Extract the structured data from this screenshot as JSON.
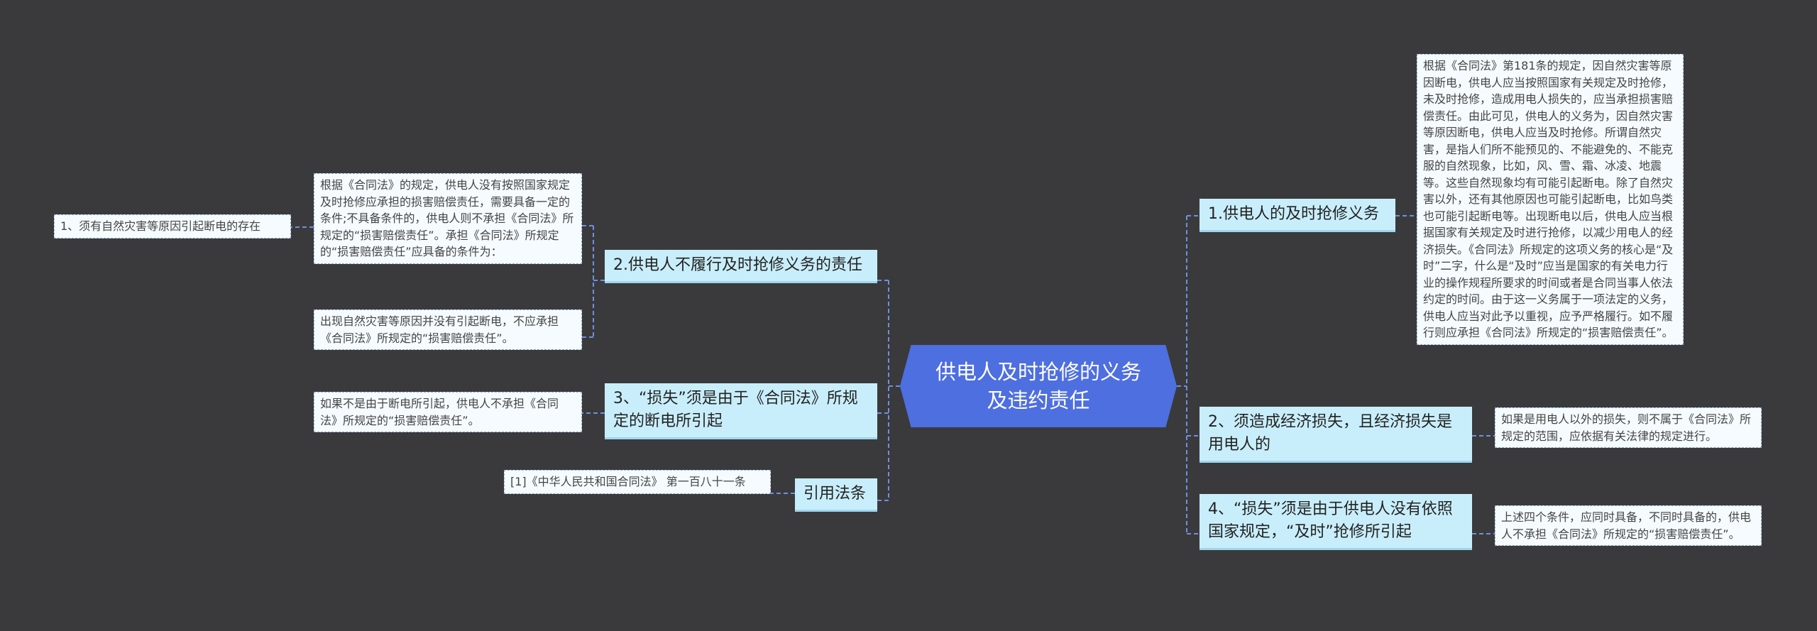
{
  "center": {
    "title": "供电人及时抢修的义务及违约责任"
  },
  "right": [
    {
      "label": "1.供电人的及时抢修义务",
      "detail": "根据《合同法》第181条的规定，因自然灾害等原因断电，供电人应当按照国家有关规定及时抢修，未及时抢修，造成用电人损失的，应当承担损害赔偿责任。由此可见，供电人的义务为，因自然灾害等原因断电，供电人应当及时抢修。所谓自然灾害，是指人们所不能预见的、不能避免的、不能克服的自然现象，比如，风、雪、霜、冰凌、地震等。这些自然现象均有可能引起断电。除了自然灾害以外，还有其他原因也可能引起断电，比如鸟类也可能引起断电等。出现断电以后，供电人应当根据国家有关规定及时进行抢修，以减少用电人的经济损失。《合同法》所规定的这项义务的核心是“及时”二字，什么是“及时”应当是国家的有关电力行业的操作规程所要求的时间或者是合同当事人依法约定的时间。由于这一义务属于一项法定的义务，供电人应当对此予以重视，应予严格履行。如不履行则应承担《合同法》所规定的“损害赔偿责任”。"
    },
    {
      "label": "2、须造成经济损失，且经济损失是用电人的",
      "detail": "如果是用电人以外的损失，则不属于《合同法》所规定的范围，应依据有关法律的规定进行。"
    },
    {
      "label": "4、“损失”须是由于供电人没有依照国家规定，“及时”抢修所引起",
      "detail": "上述四个条件，应同时具备，不同时具备的，供电人不承担《合同法》所规定的“损害赔偿责任”。"
    }
  ],
  "left": [
    {
      "label": "2.供电人不履行及时抢修义务的责任",
      "children": [
        {
          "text": "根据《合同法》的规定，供电人没有按照国家规定及时抢修应承担的损害赔偿责任，需要具备一定的条件;不具备条件的，供电人则不承担《合同法》所规定的“损害赔偿责任”。承担《合同法》所规定的“损害赔偿责任”应具备的条件为：",
          "child": "1、须有自然灾害等原因引起断电的存在"
        },
        {
          "text": "出现自然灾害等原因并没有引起断电，不应承担《合同法》所规定的“损害赔偿责任”。"
        }
      ]
    },
    {
      "label": "3、“损失”须是由于《合同法》所规定的断电所引起",
      "children": [
        {
          "text": "如果不是由于断电所引起，供电人不承担《合同法》所规定的“损害赔偿责任”。"
        }
      ]
    },
    {
      "label": "引用法条",
      "children": [
        {
          "text": "[1]《中华人民共和国合同法》 第一百八十一条"
        }
      ]
    }
  ],
  "colors": {
    "background": "#3a3a3c",
    "center": "#4e6fe0",
    "branch": "#c9eefb",
    "leaf": "#f5fbff",
    "line": "#6f8fe0"
  }
}
